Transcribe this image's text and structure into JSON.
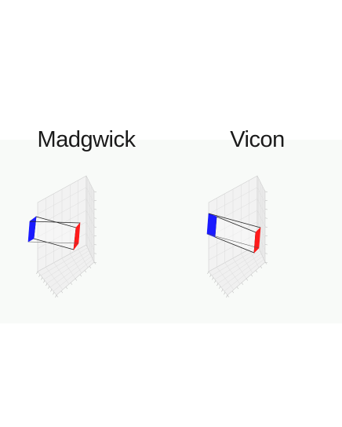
{
  "chart_data": [
    {
      "type": "3d-box",
      "title": "Madgwick",
      "face_colors": {
        "left": "#1a1aff",
        "right": "#ff1a1a",
        "edges": "#222222"
      },
      "grid": true
    },
    {
      "type": "3d-box",
      "title": "Vicon",
      "face_colors": {
        "left": "#1a1aff",
        "right": "#ff1a1a",
        "edges": "#222222"
      },
      "grid": true
    }
  ]
}
